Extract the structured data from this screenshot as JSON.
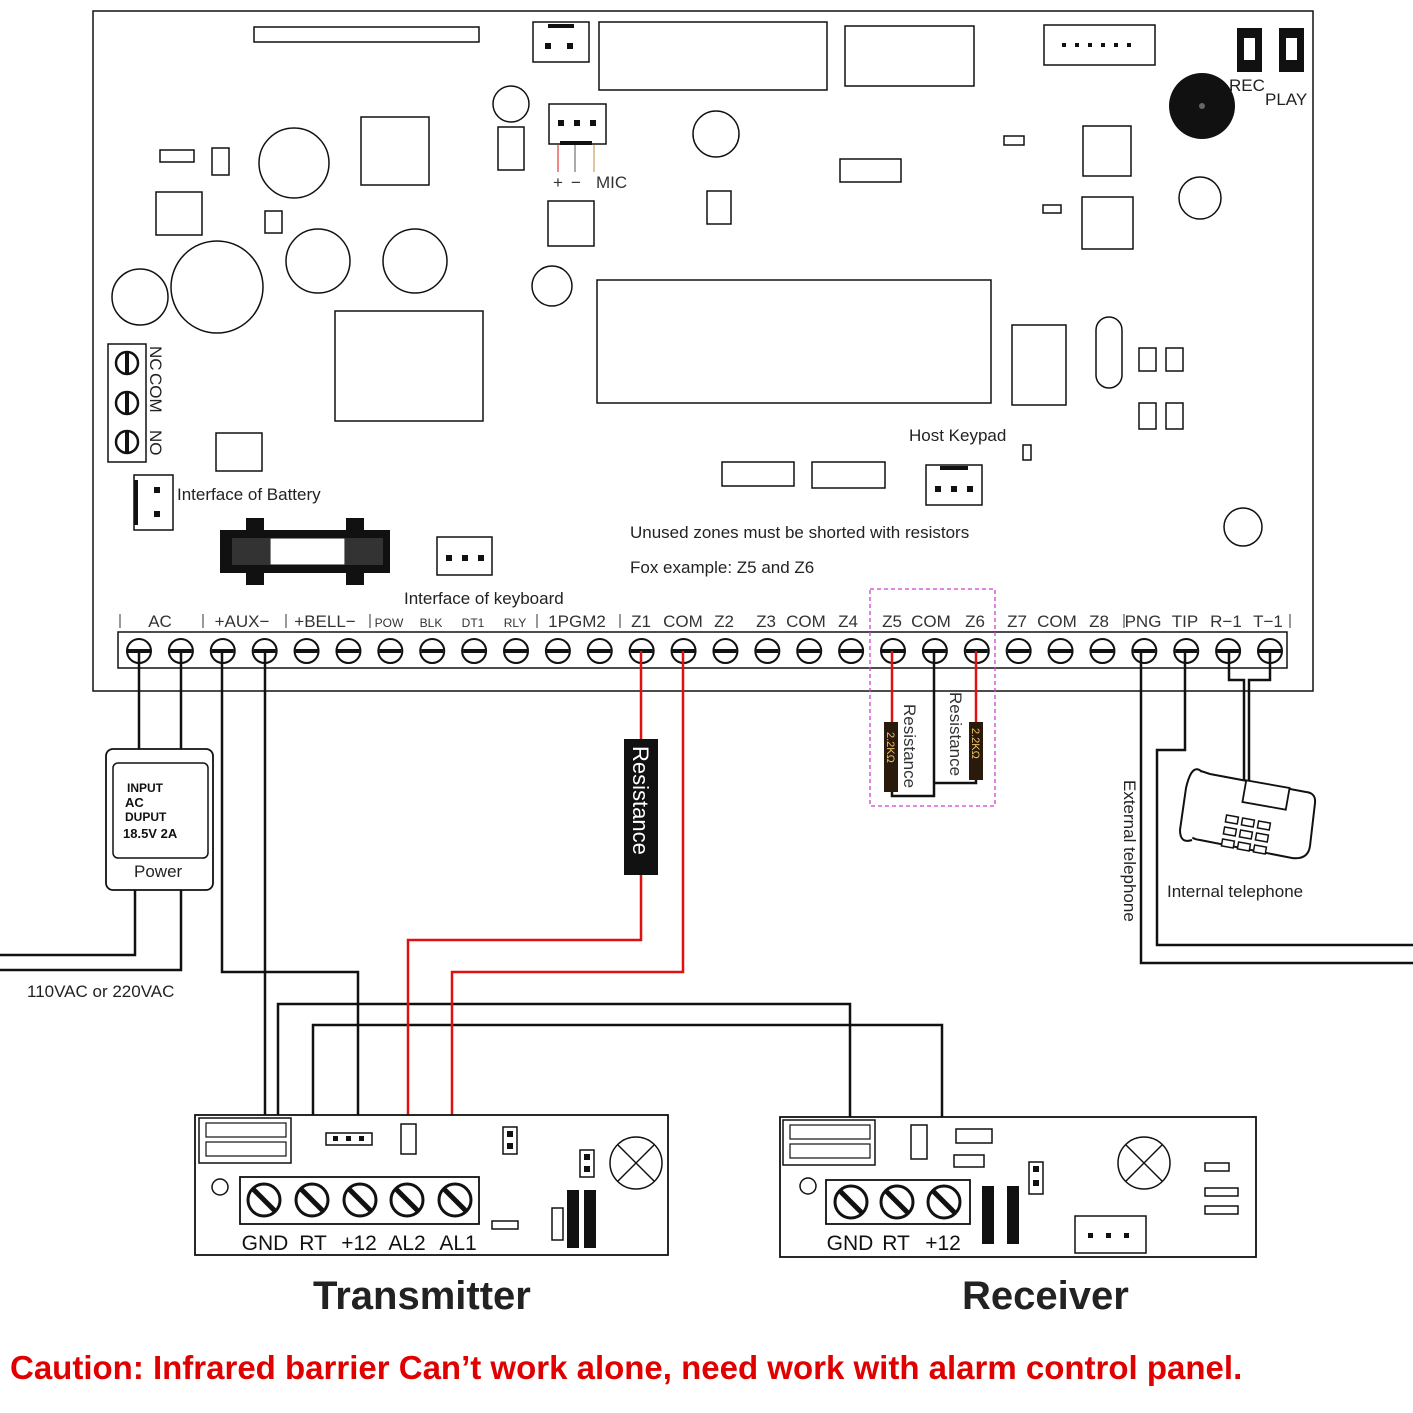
{
  "board": {
    "rec_label": "REC",
    "play_label": "PLAY",
    "mic_plus": "+",
    "mic_minus": "−",
    "mic_label": "MIC",
    "relay_labels": [
      "NC",
      "COM",
      "NO"
    ],
    "battery_interface": "Interface of Battery",
    "keyboard_interface": "Interface of keyboard",
    "host_keypad": "Host Keypad",
    "note_line1": "Unused zones must be shorted with resistors",
    "note_line2": "Fox example: Z5 and Z6"
  },
  "terminal_groups": [
    "AC",
    "+AUX−",
    "+BELL−",
    "POW",
    "BLK",
    "DT1",
    "RLY",
    "1PGM2",
    "Z1",
    "COM",
    "Z2",
    "Z3",
    "COM",
    "Z4",
    "Z5",
    "COM",
    "Z6",
    "Z7",
    "COM",
    "Z8",
    "PNG",
    "TIP",
    "R−1",
    "T−1"
  ],
  "power": {
    "input_label": "INPUT",
    "ac_label": "AC",
    "output_label": "DUPUT",
    "rating": "18.5V  2A",
    "name": "Power",
    "mains": "110VAC or 220VAC"
  },
  "resistors": {
    "z1_label": "Resistance",
    "z5_label": "Resistance",
    "z6_label": "Resistance",
    "value": "2.2KΩ"
  },
  "telephone": {
    "external": "External telephone",
    "internal": "Internal telephone"
  },
  "transmitter": {
    "title": "Transmitter",
    "terminals": [
      "GND",
      "RT",
      "+12",
      "AL2",
      "AL1"
    ]
  },
  "receiver": {
    "title": "Receiver",
    "terminals": [
      "GND",
      "RT",
      "+12"
    ]
  },
  "caution": "Caution:  Infrared barrier Can’t work alone, need work with alarm control panel."
}
